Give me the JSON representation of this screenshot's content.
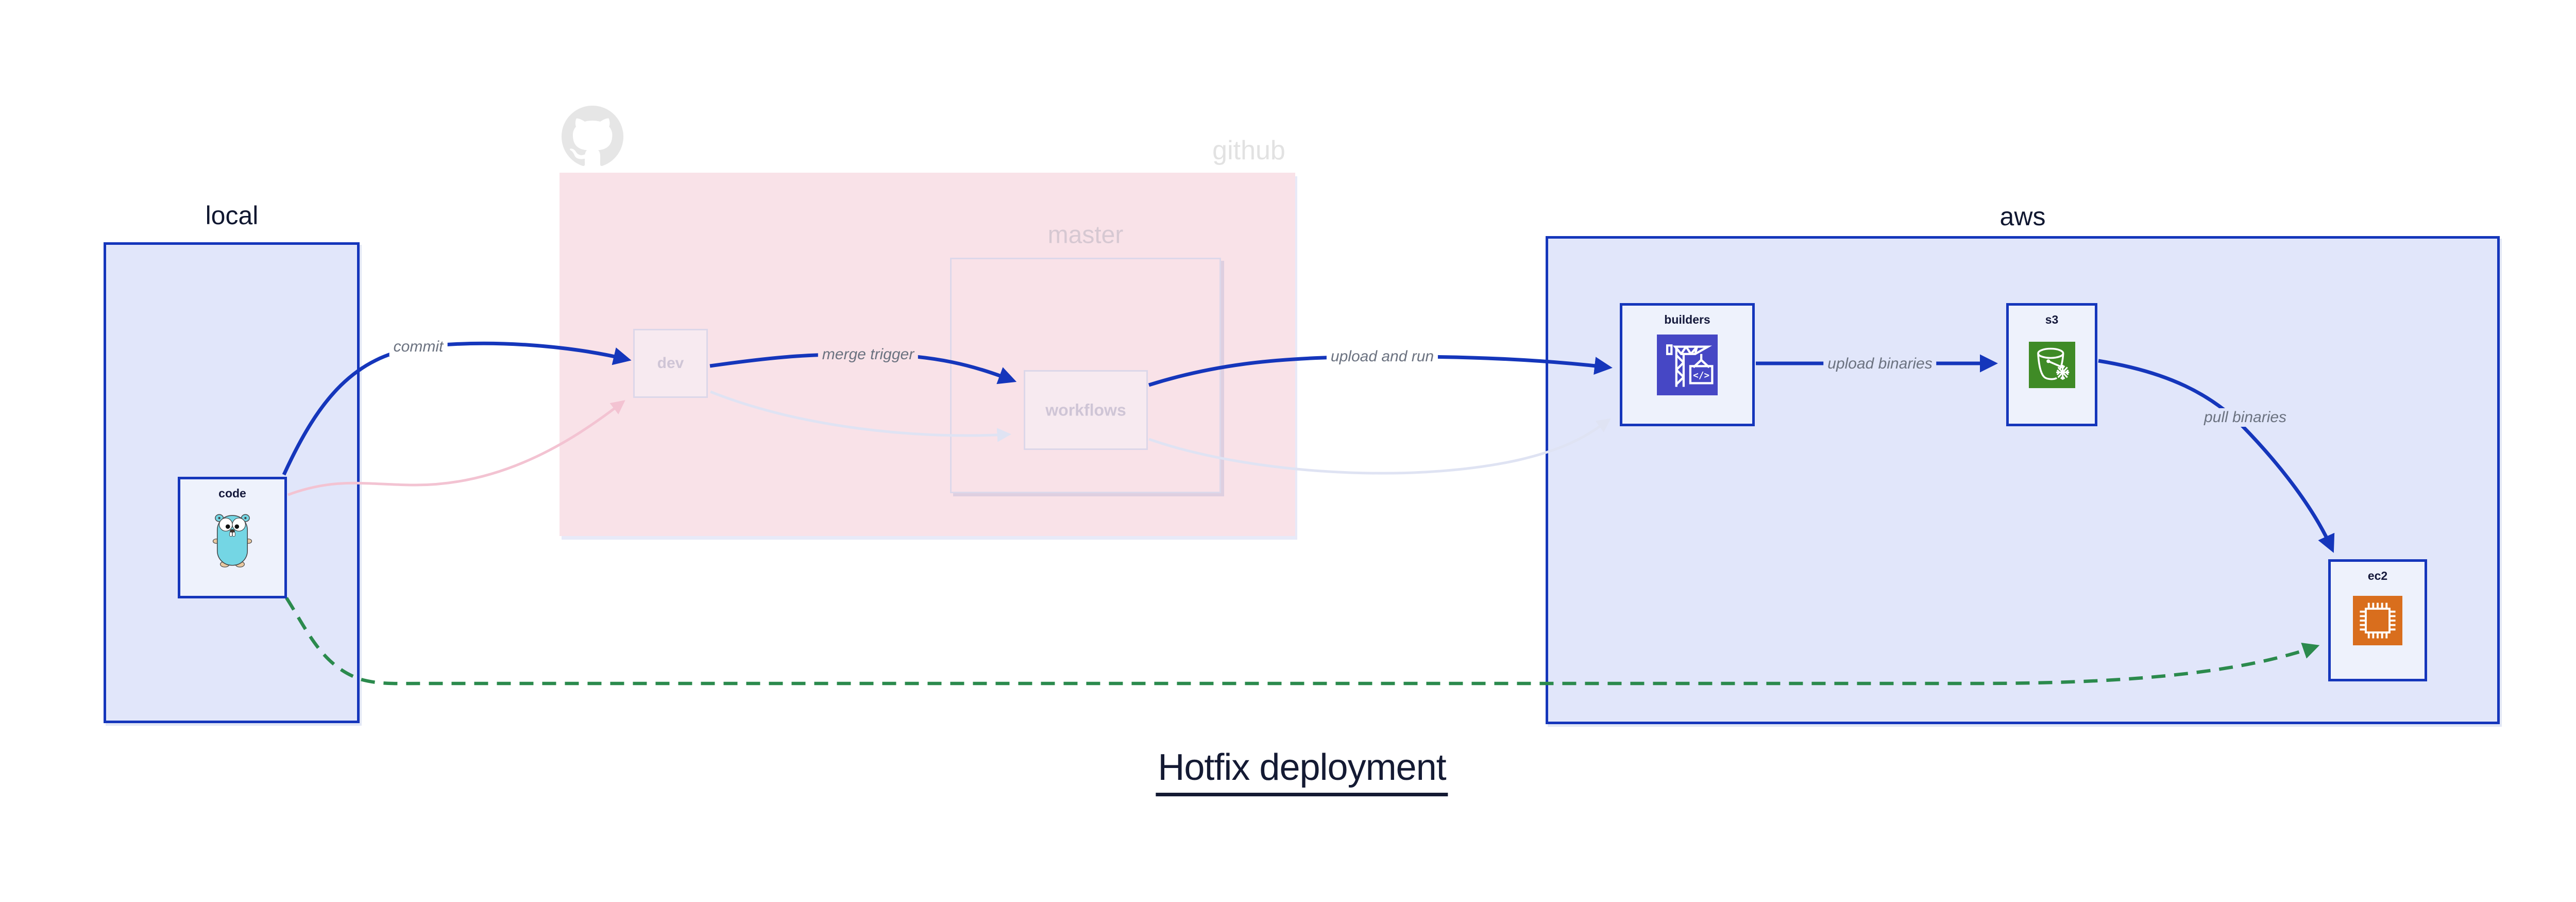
{
  "diagram": {
    "title": "Hotfix deployment",
    "groups": {
      "local": {
        "label": "local"
      },
      "github": {
        "label": "github"
      },
      "master": {
        "label": "master"
      },
      "aws": {
        "label": "aws"
      }
    },
    "nodes": {
      "code": {
        "label": "code",
        "icon": "go-gopher-icon"
      },
      "dev": {
        "label": "dev"
      },
      "workflows": {
        "label": "workflows"
      },
      "builders": {
        "label": "builders",
        "icon": "aws-codebuild-crane-icon"
      },
      "s3": {
        "label": "s3",
        "icon": "aws-s3-bucket-icon"
      },
      "ec2": {
        "label": "ec2",
        "icon": "aws-ec2-chip-icon"
      }
    },
    "edges": [
      {
        "label": "commit",
        "from": "code",
        "to": "dev",
        "style": "solid-blue"
      },
      {
        "label": "merge trigger",
        "from": "dev",
        "to": "workflows",
        "style": "solid-blue"
      },
      {
        "label": "upload and run",
        "from": "workflows",
        "to": "builders",
        "style": "solid-blue"
      },
      {
        "label": "upload binaries",
        "from": "builders",
        "to": "s3",
        "style": "solid-blue"
      },
      {
        "label": "pull binaries",
        "from": "s3",
        "to": "ec2",
        "style": "solid-blue"
      },
      {
        "label": "",
        "from": "code",
        "to": "ec2",
        "style": "dashed-green"
      },
      {
        "label": "",
        "from": "code",
        "to": "dev",
        "style": "faded-pink"
      },
      {
        "label": "",
        "from": "dev",
        "to": "workflows",
        "style": "faded-lavender"
      },
      {
        "label": "",
        "from": "workflows",
        "to": "builders",
        "style": "faded-lavender"
      }
    ],
    "colors": {
      "edge_blue": "#1536bb",
      "edge_green": "#2b8a4d",
      "edge_faded_pink": "#f3c3d2",
      "edge_faded_lavender": "#dfe3f3",
      "group_blue_fill": "#e1e6fa",
      "group_pink_fill": "#f9e2e8",
      "node_fill": "#eef2fc",
      "codebuild_icon_bg": "#4647c5",
      "s3_icon_bg": "#3f8b26",
      "ec2_icon_bg": "#d96e1d",
      "gopher_body": "#74d6e4",
      "text_dark": "#141a33",
      "text_edge_label": "#6b7280",
      "text_faded": "#cfc5d6"
    }
  }
}
